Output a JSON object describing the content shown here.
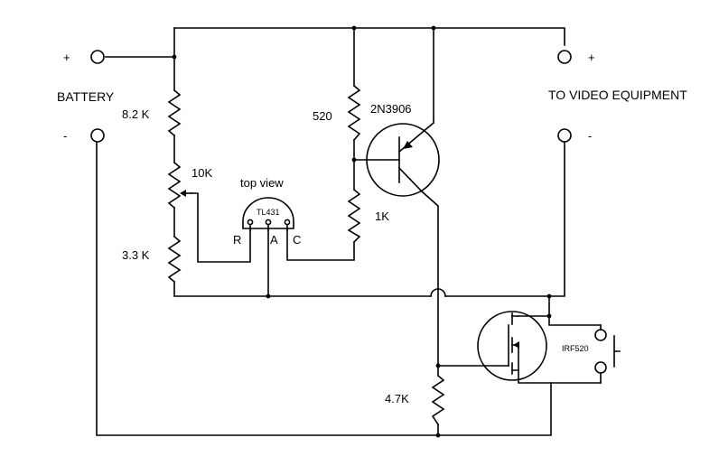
{
  "labels": {
    "battery": "BATTERY",
    "battery_plus": "+",
    "battery_minus": "-",
    "video": "TO VIDEO EQUIPMENT",
    "video_plus": "+",
    "video_minus": "-",
    "r1": "8.2 K",
    "pot": "10K",
    "r2": "3.3 K",
    "r3": "520",
    "r4": "1K",
    "r5": "4.7K",
    "q1": "2N3906",
    "q2": "IRF520",
    "ic": "TL431",
    "ic_view": "top view",
    "pin_r": "R",
    "pin_a": "A",
    "pin_c": "C"
  }
}
